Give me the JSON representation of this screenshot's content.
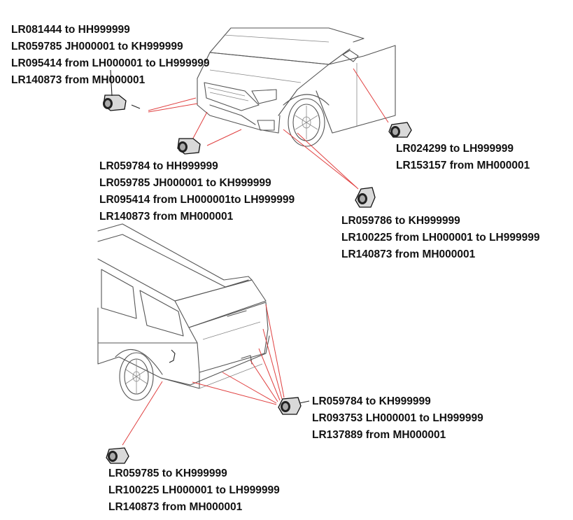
{
  "callouts": [
    {
      "id": "front-left-outer",
      "lines": [
        "LR081444 to HH999999",
        "LR059785 JH000001 to KH999999",
        "LR095414 from LH000001 to LH999999",
        "LR140873 from MH000001"
      ]
    },
    {
      "id": "front-center",
      "lines": [
        "LR059784 to HH999999",
        "LR059785 JH000001 to KH999999",
        "LR095414 from LH000001to LH999999",
        "LR140873 from MH000001"
      ]
    },
    {
      "id": "side-mirror",
      "lines": [
        "LR024299 to LH999999",
        "LR153157 from MH000001"
      ]
    },
    {
      "id": "front-right-corner",
      "lines": [
        "LR059786 to KH999999",
        "LR100225 from LH000001 to LH999999",
        "LR140873 from MH000001"
      ]
    },
    {
      "id": "rear-center",
      "lines": [
        "LR059784 to KH999999",
        "LR093753 LH000001 to LH999999",
        "LR137889 from MH000001"
      ]
    },
    {
      "id": "rear-corner",
      "lines": [
        "LR059785 to KH999999",
        "LR100225 LH000001 to LH999999",
        "LR140873 from MH000001"
      ]
    }
  ],
  "colors": {
    "leader_lines": "#e04040",
    "text": "#111111",
    "outline": "#555555"
  }
}
